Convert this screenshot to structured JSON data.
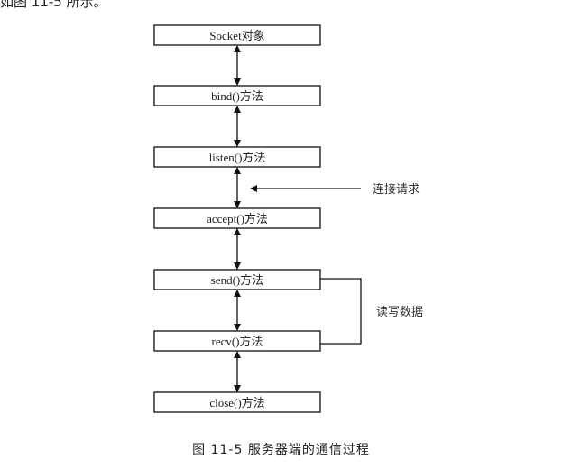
{
  "intro_text": "如图 11-5 所示。",
  "steps": [
    "Socket对象",
    "bind()方法",
    "listen()方法",
    "accept()方法",
    "send()方法",
    "recv()方法",
    "close()方法"
  ],
  "connection_request_label": "连接请求",
  "read_write_label": "读写数据",
  "caption": "图 11-5   服务器端的通信过程"
}
